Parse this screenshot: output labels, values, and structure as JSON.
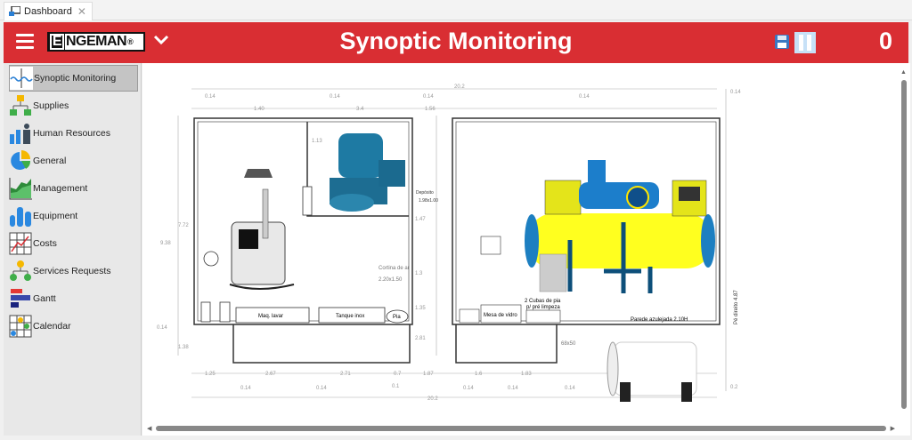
{
  "tab": {
    "label": "Dashboard",
    "close": "✕"
  },
  "header": {
    "title": "Synoptic Monitoring",
    "logo_text": "ENGEMAN",
    "counter": "0",
    "brand_color": "#d92e33"
  },
  "sidebar": {
    "items": [
      {
        "label": "Synoptic Monitoring",
        "icon": "synoptic-icon",
        "active": true
      },
      {
        "label": "Supplies",
        "icon": "supplies-icon"
      },
      {
        "label": "Human Resources",
        "icon": "human-resources-icon"
      },
      {
        "label": "General",
        "icon": "pie-chart-icon"
      },
      {
        "label": "Management",
        "icon": "area-chart-icon"
      },
      {
        "label": "Equipment",
        "icon": "equipment-icon"
      },
      {
        "label": "Costs",
        "icon": "costs-icon"
      },
      {
        "label": "Services Requests",
        "icon": "services-requests-icon"
      },
      {
        "label": "Gantt",
        "icon": "gantt-icon"
      },
      {
        "label": "Calendar",
        "icon": "calendar-icon"
      }
    ]
  },
  "plan": {
    "dims_top": [
      "0.14",
      "0.14",
      "0.14",
      "0.14",
      "0.14",
      "1.40",
      "3.4",
      "1.56",
      "20.2"
    ],
    "dims_bottom": [
      "1.25",
      "2.67",
      "2.71",
      "0.7",
      "1.87",
      "1.6",
      "1.83",
      "0.14",
      "0.14",
      "0.14",
      "0.14",
      "0.14",
      "0.1",
      "20.2"
    ],
    "dims_side": [
      "7.72",
      "9.38",
      "0.14",
      "1.38",
      "1.13",
      "1.3",
      "1.35",
      "2.81",
      "1.47",
      "0.2"
    ],
    "labels": {
      "maq_lavar": "Maq. lavar",
      "tanque_inox": "Tanque inox",
      "pia": "Pia",
      "cortina": "Cortina de ar",
      "cortina_size": "2.20x1.50",
      "mesa_vidro": "Mesa de vidro",
      "cubas_1": "2 Cubas de pia",
      "cubas_2": "p/ pré limpeza",
      "parede": "Parede azulejada 2.10H",
      "pe_direito": "Pé direito 4.87",
      "porta": "68x50",
      "deposito": "Depósito",
      "deposito_size": "1.98x1.00"
    }
  }
}
